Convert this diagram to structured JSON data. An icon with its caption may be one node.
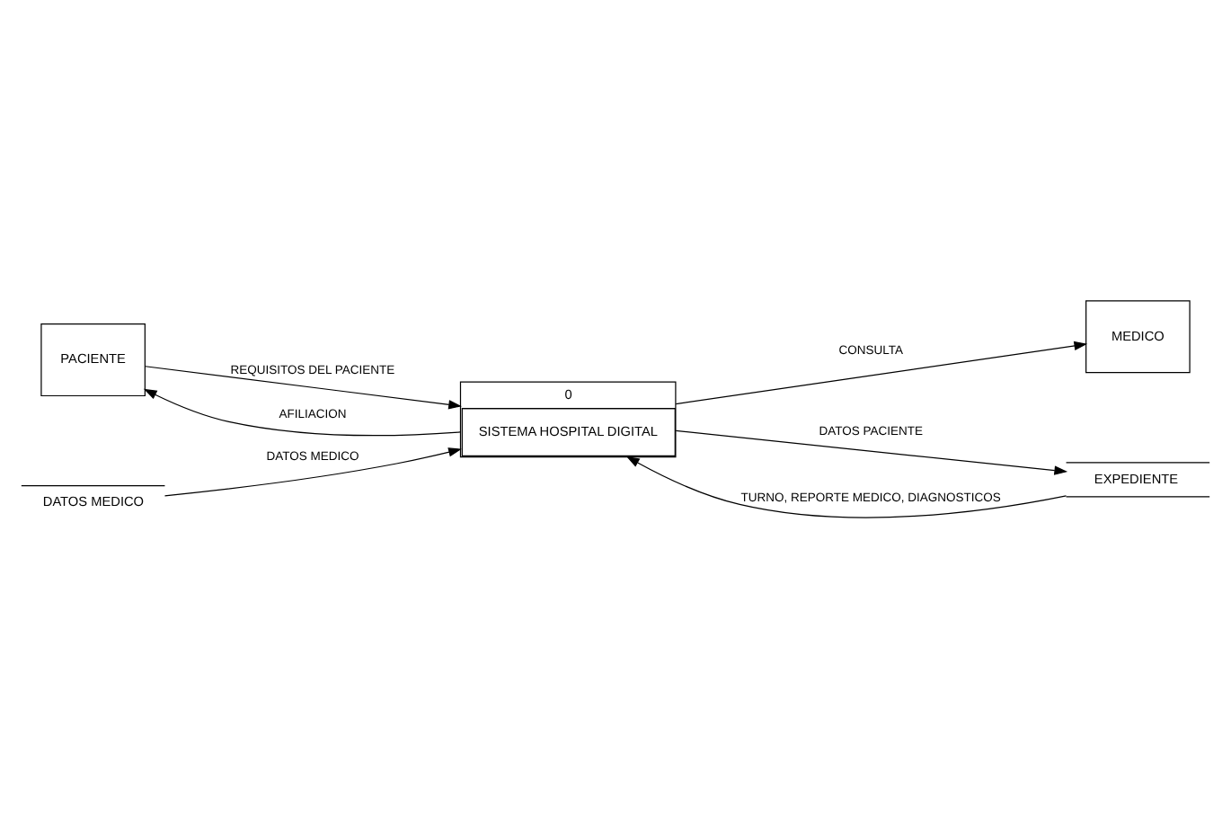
{
  "diagram": {
    "nodes": [
      {
        "text": [
          "PACIENTE"
        ]
      },
      {
        "text": [
          "0",
          "SISTEMA HOSPITAL DIGITAL"
        ]
      },
      {
        "text": [
          "MEDICO"
        ]
      },
      {
        "text": [
          "EXPEDIENTE"
        ]
      },
      {
        "text": [
          "DATOS MEDICO"
        ]
      }
    ],
    "edges": [
      {
        "from": 0,
        "to": 1,
        "arrow": "to",
        "label": "REQUISITOS DEL PACIENTE"
      },
      {
        "from": 1,
        "to": 0,
        "arrow": "to",
        "label": "AFILIACION"
      },
      {
        "from": 1,
        "to": 2,
        "arrow": "to",
        "label": "CONSULTA"
      },
      {
        "from": 3,
        "to": 1,
        "arrow": "to",
        "label": "TURNO, REPORTE MEDICO, DIAGNOSTICOS"
      },
      {
        "from": 1,
        "to": 3,
        "arrow": "to",
        "label": "DATOS PACIENTE"
      },
      {
        "from": 4,
        "to": 1,
        "arrow": "to",
        "label": "DATOS MEDICO"
      }
    ]
  }
}
